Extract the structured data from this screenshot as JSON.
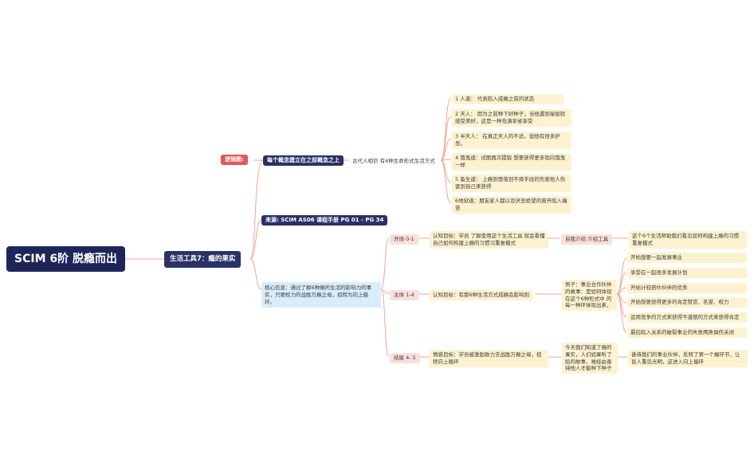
{
  "root": "SCIM 6阶 脱瘾而出",
  "main_topic": "生活工具7：瘾的果实",
  "logic": {
    "label": "逻辑图:",
    "concept": "每个概念建立在之前概念之上",
    "belief": "古代人相信 有6种生命形式生活方式",
    "realms": [
      "1 人道： 代表陷入成瘾之前的状态",
      "2 天人： 因为之前种下好种子，当他遇到瑜伽就感受美好，这是一种充满享省享受",
      "3 半天人： 在真正天人的不适，但他有很多护恶。",
      "4 饿鬼道：试图再次提取 想要获得更多就向饿鬼一样",
      "5 畜生道： 上瘾到堕落到不择手段的伤害他人伤害到自己来获得",
      "6地狱道：朋友家人都以及厌恶绝望的离开陷入痛苦"
    ]
  },
  "source": "来源:   SCIM AS06 课程手册 PG 01 - PG 34",
  "core": "核心信息：通过了解6种瘾的生活的影响力的事实，只要权力的战胜万瘾之母，招转为向上循环。",
  "opening": {
    "label": "开场 0-1",
    "goal": "认知目标：学员 了解使用这个生活工具 就会看懂自己如何构建上瘾的习惯习重复模式",
    "intro": "自我介绍 介绍工具",
    "intro_desc": "这个6个生活帮助我们看见如何构建上瘾的习惯重复模式"
  },
  "body": {
    "label": "主体 1-4",
    "goal": "认知目标：有那6种生活方式成瘾会影响到",
    "example": "例子：事业合作伙伴的故事：是如何体现在这个6种形式中 的每一种环体现出来，",
    "steps": [
      "开始想要一起发展事业",
      "享受在一起很多发展计划",
      "开始计较搭伙伙伴的优秀",
      "开始想要获得更多的肯定赞赏、名誉、权力",
      "运用竞争的方式来获得不道德的方式来获得肯定",
      "最后陷入关系的破裂事业的失败两败俱伤关闭"
    ]
  },
  "ending": {
    "label": "结尾 4- 5",
    "goal": "情感目标：学员被激励致力去战胜万瘾之母，招转向上循环",
    "story": "今天我们知道了瘾的果实，人们如果听了陷的故事，难经由善待他人才能种下种子",
    "cycle": "善待我们的事业伙伴，反转了第一个瘾环节，让盲人重见光明，这进入向上循环"
  },
  "colors": {
    "line": "#f2a490",
    "dark": "#2a3166",
    "red": "#e55656"
  }
}
